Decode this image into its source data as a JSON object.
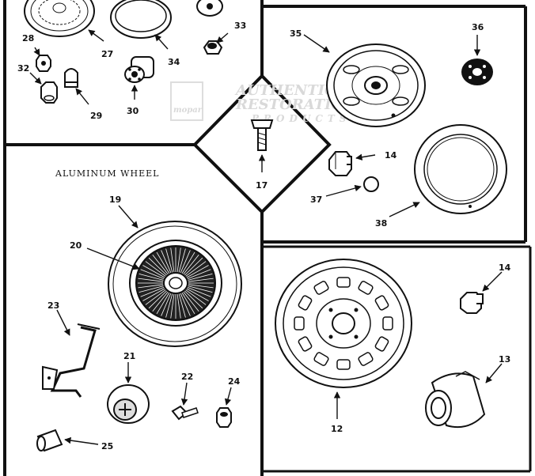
{
  "caption": "ALUMINUM WHEEL",
  "watermark": {
    "badge": "mopar",
    "line1": "AUTHENTIC",
    "line2": "RESTORATION",
    "line3": "PRODUCTS"
  },
  "callouts": {
    "c12": "12",
    "c13": "13",
    "c14a": "14",
    "c14b": "14",
    "c17": "17",
    "c19": "19",
    "c20": "20",
    "c21": "21",
    "c22": "22",
    "c23": "23",
    "c24": "24",
    "c25": "25",
    "c27": "27",
    "c28": "28",
    "c29": "29",
    "c30": "30",
    "c32": "32",
    "c33": "33",
    "c34": "34",
    "c35": "35",
    "c36": "36",
    "c37": "37",
    "c38": "38"
  }
}
